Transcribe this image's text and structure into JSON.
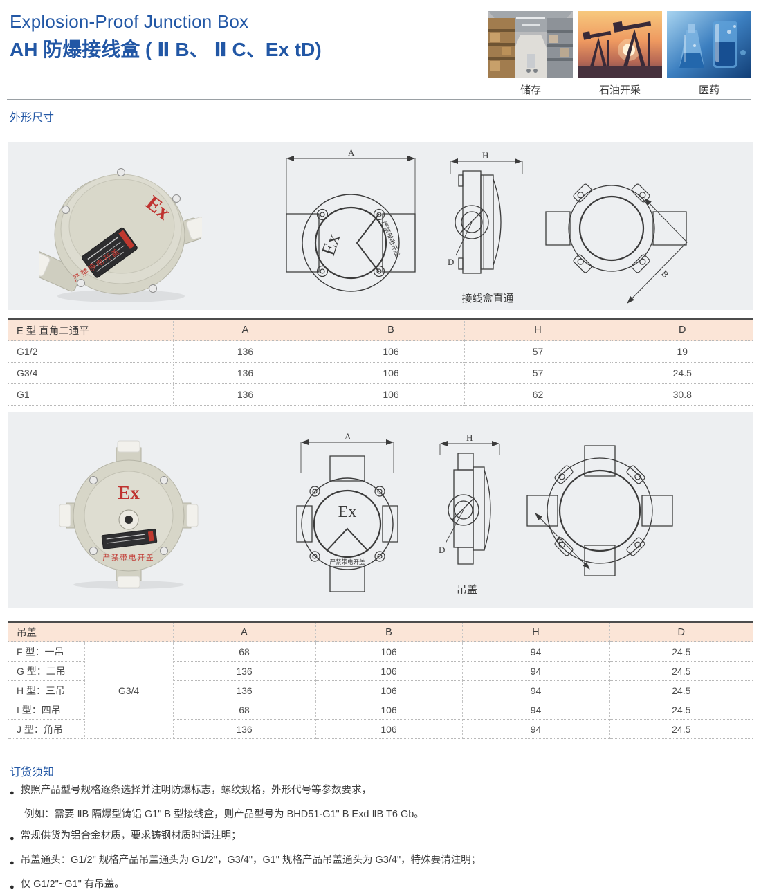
{
  "header": {
    "title_en": "Explosion-Proof Junction Box",
    "title_zh": "AH 防爆接线盒 ( Ⅱ B、 Ⅱ C、Ex tD)",
    "gallery": [
      {
        "caption": "储存"
      },
      {
        "caption": "石油开采"
      },
      {
        "caption": "医药"
      }
    ]
  },
  "sections": {
    "dimensions": "外形尺寸",
    "ordering": "订货须知"
  },
  "dims": {
    "a": "A",
    "b": "B",
    "h": "H",
    "d": "D"
  },
  "panel1": {
    "caption": "接线盒直通",
    "ex": "Ex",
    "warning": "严禁带电开盖"
  },
  "panel2": {
    "caption": "吊盖",
    "ex": "Ex",
    "warning": "严禁带电开盖"
  },
  "table1": {
    "header": [
      "E 型 直角二通平",
      "A",
      "B",
      "H",
      "D"
    ],
    "rows": [
      [
        "G1/2",
        "136",
        "106",
        "57",
        "19"
      ],
      [
        "G3/4",
        "136",
        "106",
        "57",
        "24.5"
      ],
      [
        "G1",
        "136",
        "106",
        "62",
        "30.8"
      ]
    ]
  },
  "table2": {
    "title": "吊盖",
    "header": [
      "A",
      "B",
      "H",
      "D"
    ],
    "merged_spec": "G3/4",
    "rows": [
      [
        "F 型：一吊",
        "68",
        "106",
        "94",
        "24.5"
      ],
      [
        "G 型：二吊",
        "136",
        "106",
        "94",
        "24.5"
      ],
      [
        "H 型：三吊",
        "136",
        "106",
        "94",
        "24.5"
      ],
      [
        "I 型：四吊",
        "68",
        "106",
        "94",
        "24.5"
      ],
      [
        "J 型：角吊",
        "136",
        "106",
        "94",
        "24.5"
      ]
    ]
  },
  "ordering": {
    "notes": [
      {
        "text": "按照产品型号规格逐条选择并注明防爆标志，螺纹规格，外形代号等参数要求，",
        "sub": "例如：需要 ⅡB 隔爆型铸铝 G1\" B 型接线盒，则产品型号为 BHD51-G1\" B Exd ⅡB T6 Gb。"
      },
      {
        "text": "常规供货为铝合金材质，要求铸钢材质时请注明；"
      },
      {
        "text": "吊盖通头：G1/2\" 规格产品吊盖通头为 G1/2\"，G3/4\"，G1\" 规格产品吊盖通头为 G3/4\"，特殊要请注明；"
      },
      {
        "text": "仅 G1/2\"~G1\" 有吊盖。"
      }
    ]
  },
  "colors": {
    "accent_blue": "#2257a5",
    "table_header_bg": "#fbe5d7",
    "panel_bg": "#edeff1",
    "ex_red": "#bf3330"
  }
}
